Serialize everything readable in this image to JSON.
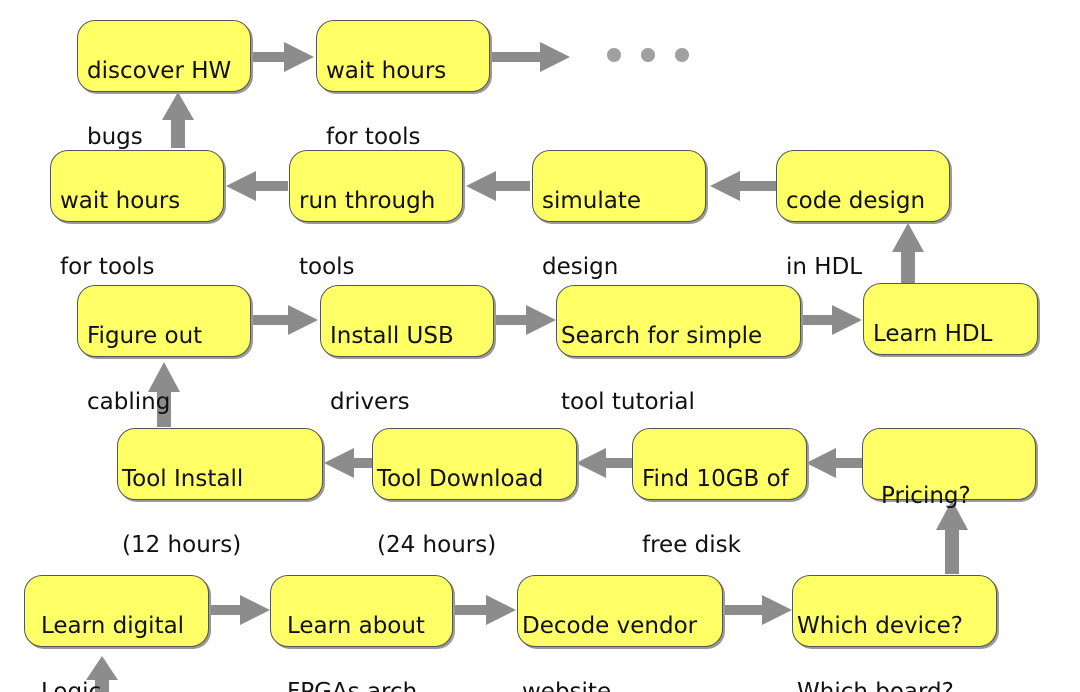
{
  "colors": {
    "box_fill": "#ffff66",
    "box_border": "#555555",
    "arrow": "#8c8c8c"
  },
  "nodes": {
    "discover_hw_bugs": [
      "discover HW",
      "bugs"
    ],
    "wait_hours_tools_top": [
      "wait hours",
      "for tools"
    ],
    "wait_hours_tools_left": [
      "wait hours",
      "for tools"
    ],
    "run_through_tools": [
      "run through",
      "tools"
    ],
    "simulate_design": [
      "simulate",
      "design"
    ],
    "code_design_hdl": [
      "code design",
      "in HDL"
    ],
    "figure_out_cabling": [
      "Figure out",
      "cabling"
    ],
    "install_usb_drivers": [
      "Install USB",
      "drivers"
    ],
    "search_tool_tutorial": [
      "Search for simple",
      "tool tutorial"
    ],
    "learn_hdl": [
      "Learn HDL"
    ],
    "tool_install": [
      "Tool Install",
      "(12 hours)"
    ],
    "tool_download": [
      "Tool Download",
      "(24 hours)"
    ],
    "find_disk": [
      "Find 10GB of",
      "free disk"
    ],
    "pricing": [
      "Pricing?"
    ],
    "learn_digital_logic": [
      "Learn digital",
      "Logic"
    ],
    "learn_fpga_arch": [
      "Learn about",
      "FPGAs arch"
    ],
    "decode_vendor_website": [
      "Decode vendor",
      "website"
    ],
    "which_device_board": [
      "Which device?",
      "Which board?"
    ]
  }
}
